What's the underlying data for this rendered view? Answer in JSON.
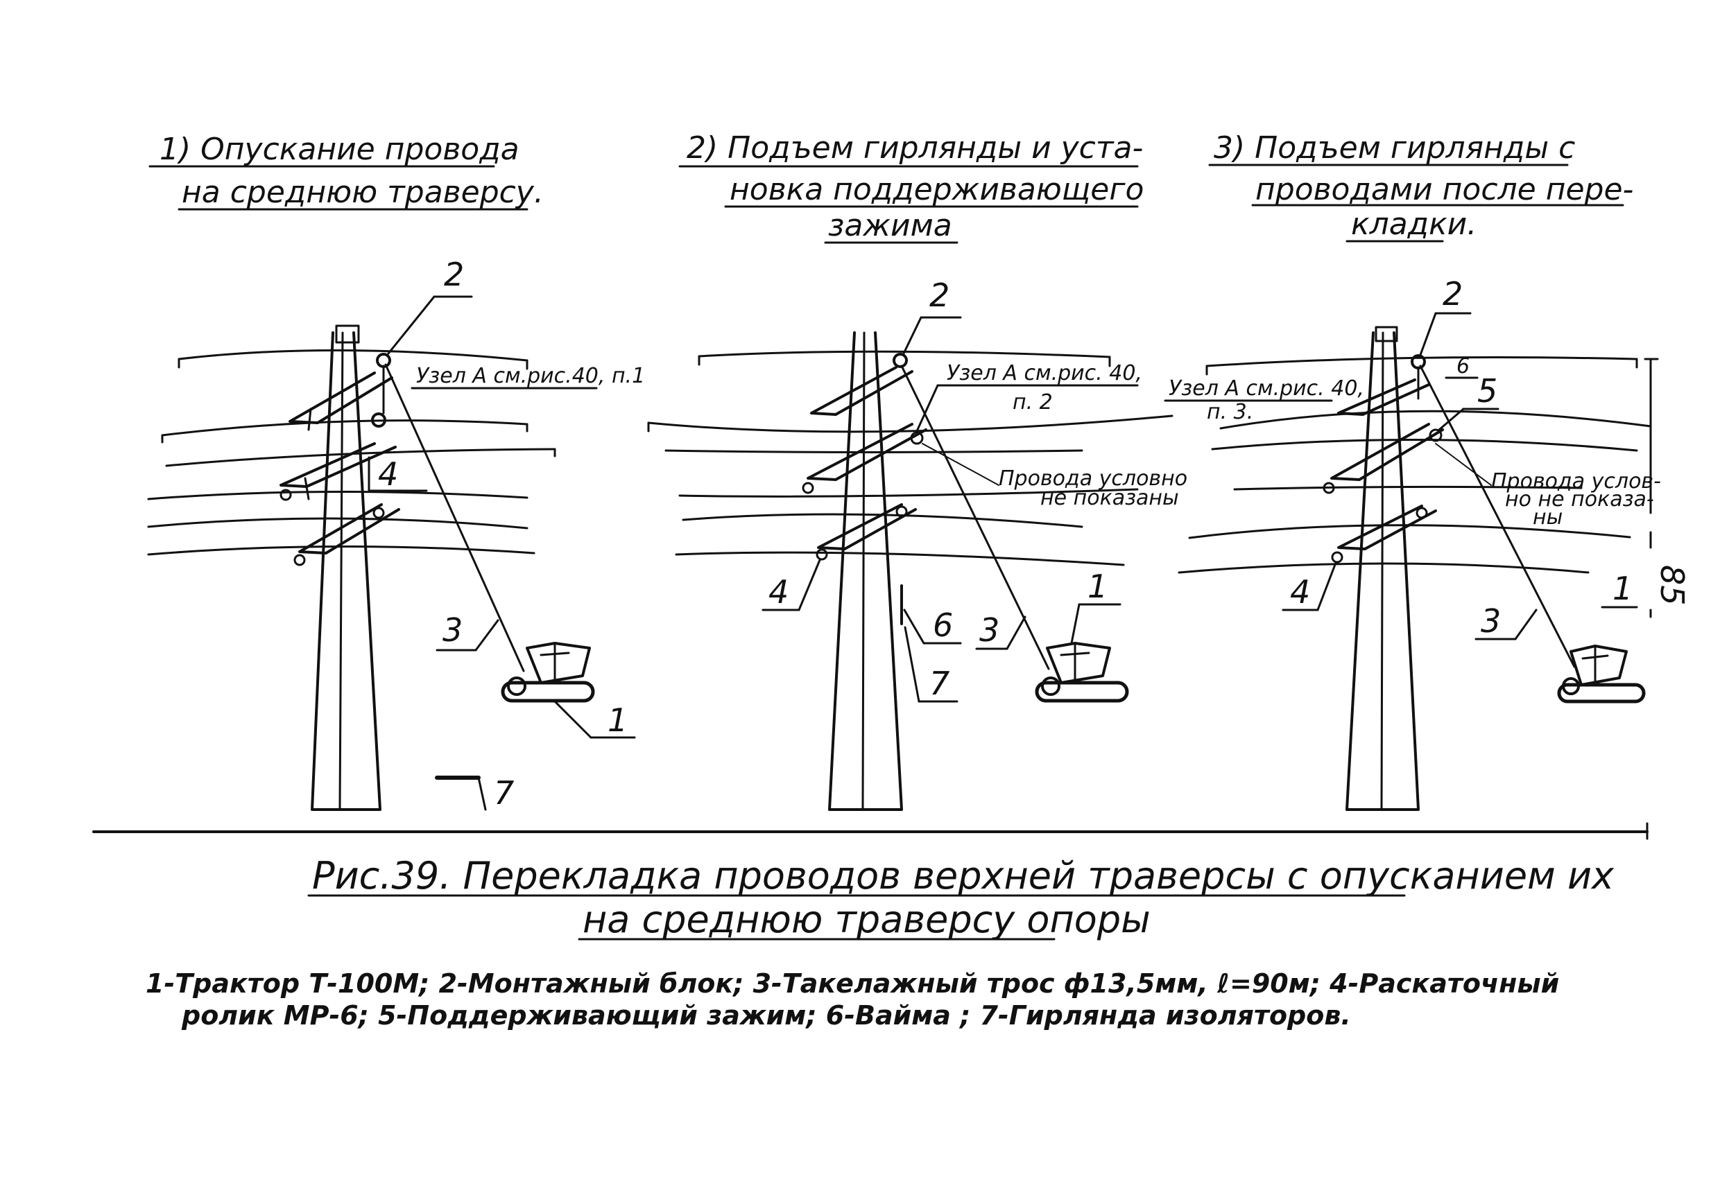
{
  "panels": [
    {
      "id": "p1",
      "title_lines": [
        "1) Опускание провода",
        "на среднюю траверсу."
      ],
      "labels": {
        "block": "2",
        "rope": "3",
        "roller": "4",
        "tractor": "1",
        "ground": "7"
      },
      "node_note": "Узел А см.рис.40, п.1"
    },
    {
      "id": "p2",
      "title_lines": [
        "2) Подъем гирлянды и уста-",
        "новка поддерживающего",
        "зажима"
      ],
      "labels": {
        "block": "2",
        "rope": "3",
        "roller": "4",
        "tractor": "1",
        "guy": "6",
        "insulator": "7"
      },
      "node_note_lines": [
        "Узел А см.рис. 40,",
        "п. 2"
      ],
      "omit_note_lines": [
        "Провода условно",
        "не показаны"
      ]
    },
    {
      "id": "p3",
      "title_lines": [
        "3) Подъем гирлянды с",
        "проводами после пере-",
        "кладки."
      ],
      "labels": {
        "block": "2",
        "guy": "6",
        "clamp": "5",
        "rope": "3",
        "roller": "4",
        "tractor": "1"
      },
      "node_note_lines": [
        "Узел А см.рис. 40,",
        "п. 3."
      ],
      "omit_note_lines": [
        "Провода услов-",
        "но не показа-",
        "ны"
      ],
      "dimension": "85"
    }
  ],
  "caption_lines": [
    "Рис.39. Перекладка проводов верхней траверсы с опусканием их",
    "на среднюю траверсу опоры"
  ],
  "legend_lines": [
    "1-Трактор Т-100М; 2-Монтажный блок; 3-Такелажный трос ф13,5мм, ℓ=90м; 4-Раскаточный",
    "ролик МР-6; 5-Поддерживающий зажим; 6-Вайма ; 7-Гирлянда изоляторов."
  ]
}
